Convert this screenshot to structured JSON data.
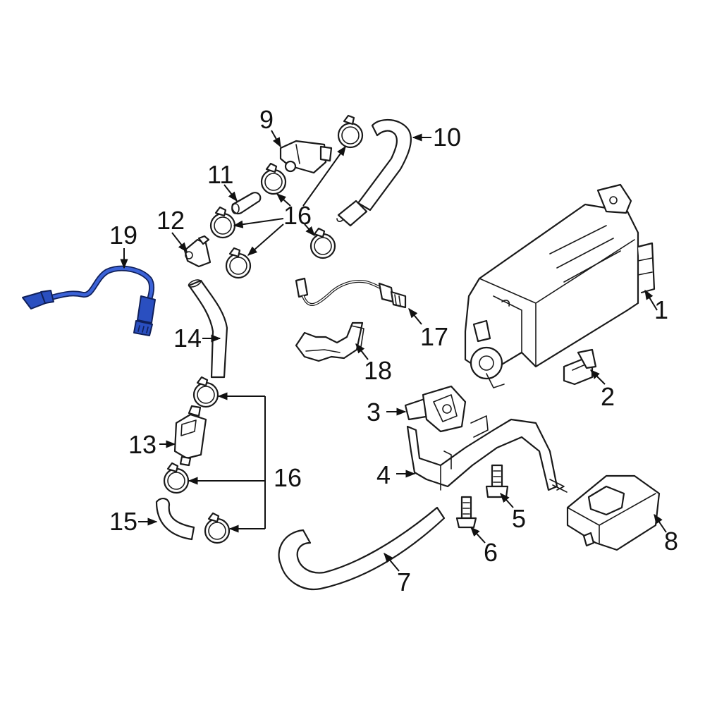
{
  "diagram": {
    "callouts": {
      "c1": "1",
      "c2": "2",
      "c3": "3",
      "c4": "4",
      "c5": "5",
      "c6": "6",
      "c7": "7",
      "c8": "8",
      "c9": "9",
      "c10": "10",
      "c11": "11",
      "c12": "12",
      "c13": "13",
      "c14": "14",
      "c15": "15",
      "c16a": "16",
      "c16b": "16",
      "c17": "17",
      "c18": "18",
      "c19": "19"
    },
    "highlight_color": "#2a4fc0",
    "line_color": "#1a1a1a"
  }
}
